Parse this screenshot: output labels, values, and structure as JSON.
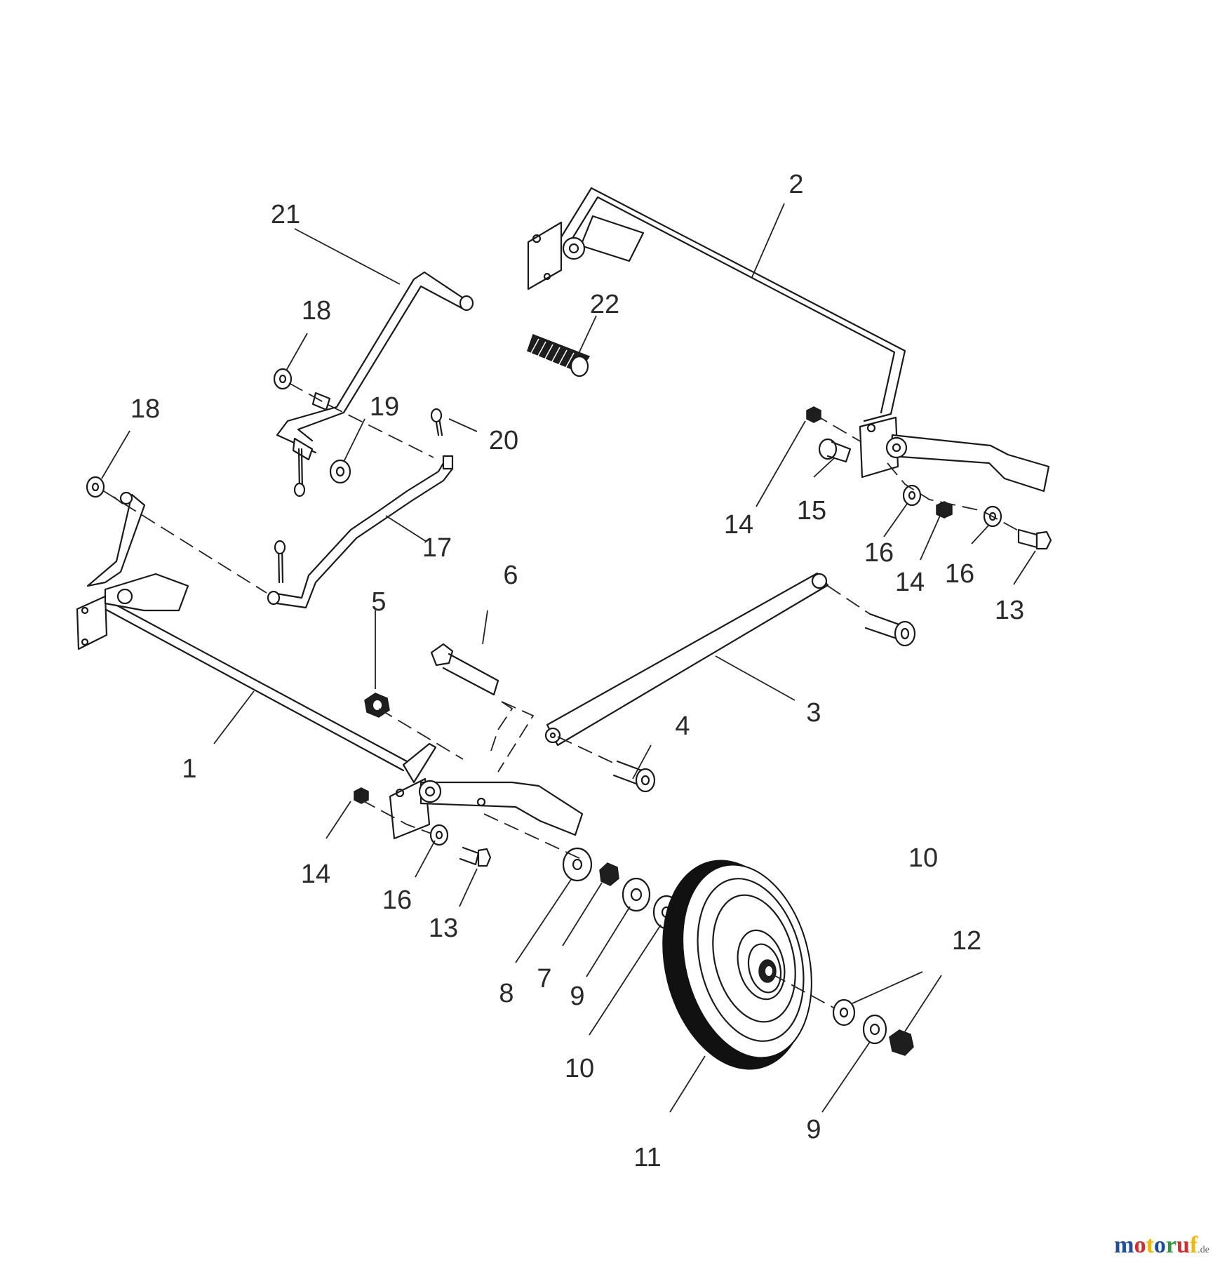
{
  "callouts": {
    "c1": "1",
    "c2": "2",
    "c3": "3",
    "c4": "4",
    "c5": "5",
    "c6": "6",
    "c7": "7",
    "c8": "8",
    "c9a": "9",
    "c9b": "9",
    "c10a": "10",
    "c10b": "10",
    "c11": "11",
    "c12": "12",
    "c13a": "13",
    "c13b": "13",
    "c14a": "14",
    "c14b": "14",
    "c14c": "14",
    "c15": "15",
    "c16a": "16",
    "c16b": "16",
    "c16c": "16",
    "c17": "17",
    "c18a": "18",
    "c18b": "18",
    "c19": "19",
    "c20": "20",
    "c21": "21",
    "c22": "22"
  },
  "watermark": {
    "letters": [
      "m",
      "o",
      "t",
      "o",
      "r",
      "u",
      "f"
    ],
    "colors": [
      "#1f4e9c",
      "#d62b2b",
      "#f2b705",
      "#1f4e9c",
      "#2e9b3a",
      "#d62b2b",
      "#f2b705"
    ],
    "tld": ".de"
  }
}
